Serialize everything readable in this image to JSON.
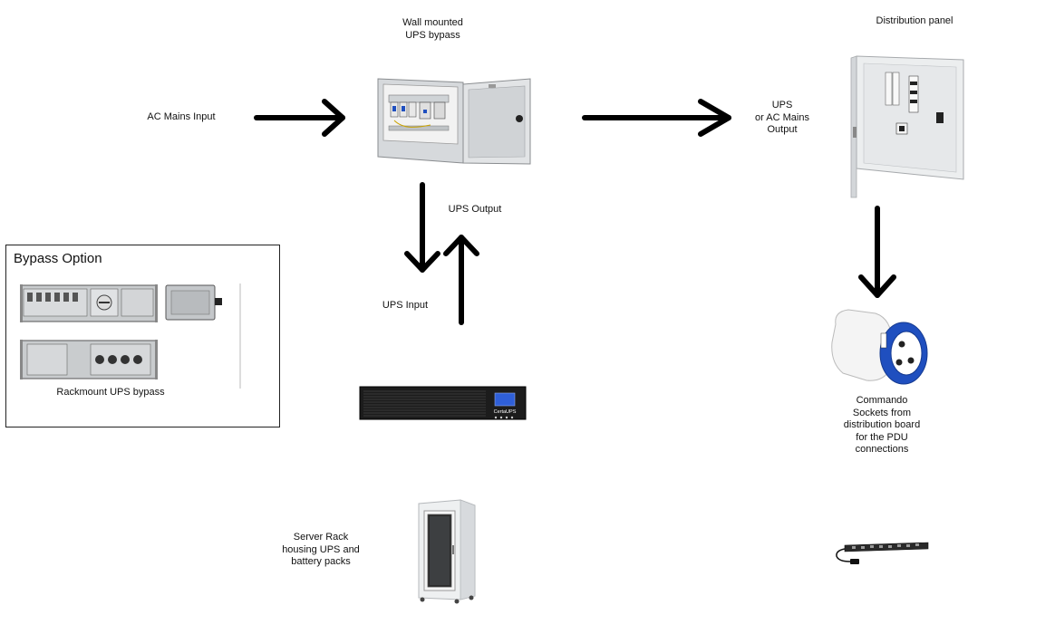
{
  "labels": {
    "wall_bypass": "Wall mounted\nUPS bypass",
    "distribution_panel": "Distribution panel",
    "ac_mains_input": "AC Mains Input",
    "ups_or_ac_output": "UPS\nor AC Mains\nOutput",
    "ups_output": "UPS Output",
    "ups_input": "UPS Input",
    "commando": "Commando\nSockets from\ndistribution board\nfor the PDU\nconnections",
    "server_rack": "Server Rack\nhousing UPS and\nbattery packs"
  },
  "bypass_option": {
    "title": "Bypass Option",
    "caption": "Rackmount UPS bypass"
  },
  "ups_brand": "CertaUPS",
  "colors": {
    "arrow": "#000000",
    "socket_blue": "#1f4fbf",
    "enclosure_gray": "#d9dcdf",
    "ups_black": "#1c1c1c",
    "lcd_blue": "#2f5fd8"
  }
}
